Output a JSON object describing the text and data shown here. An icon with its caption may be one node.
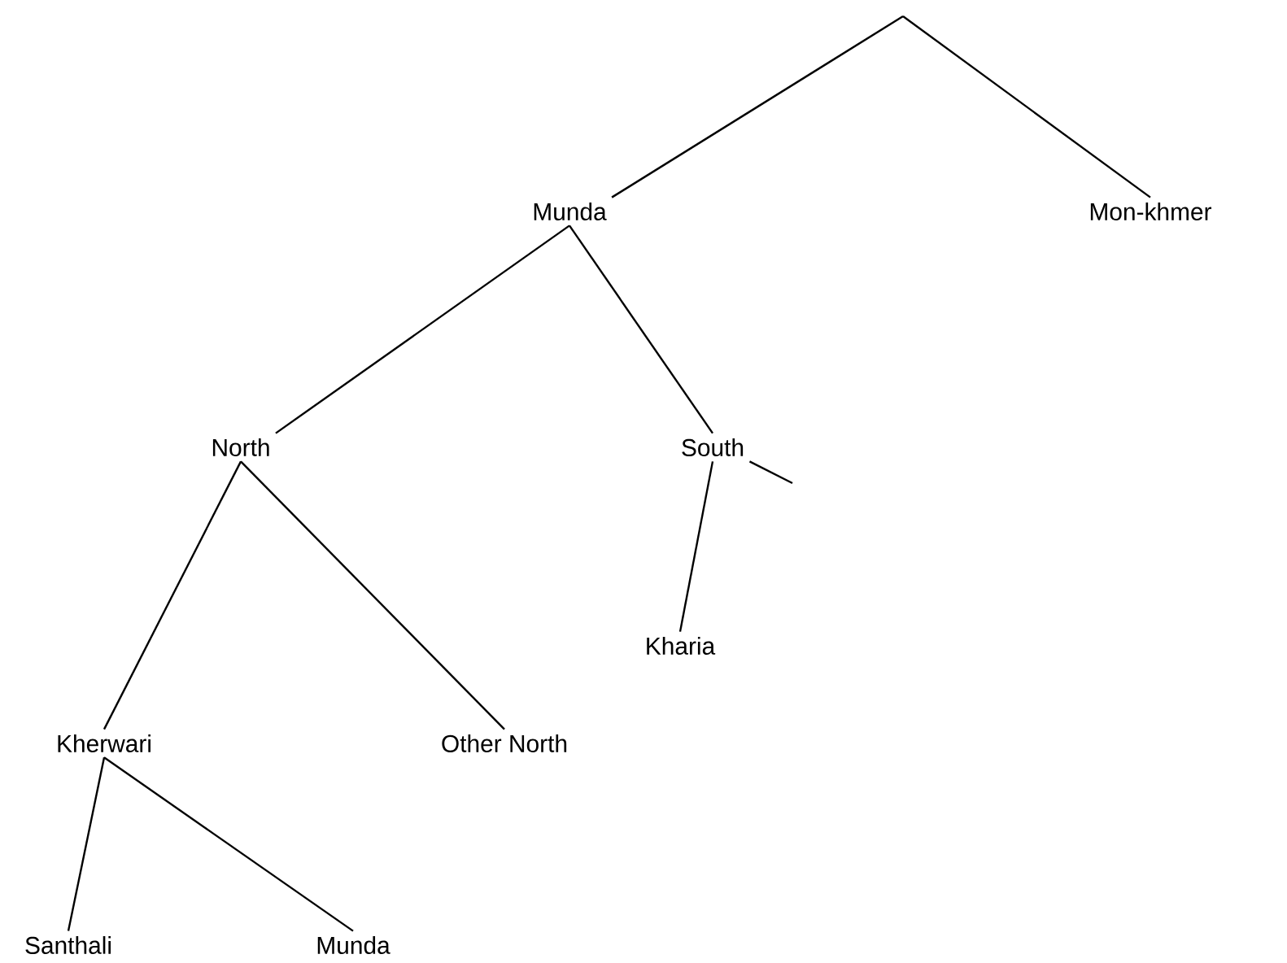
{
  "diagram": {
    "nodes": [
      {
        "text": [
          "Munda"
        ]
      },
      {
        "text": [
          "Mon-khmer"
        ]
      },
      {
        "text": [
          "North"
        ]
      },
      {
        "text": [
          "South"
        ]
      },
      {
        "text": [
          "Kharia"
        ]
      },
      {
        "text": [
          "Kherwari"
        ]
      },
      {
        "text": [
          "Other North"
        ]
      },
      {
        "text": [
          "Santhali"
        ]
      },
      {
        "text": [
          "Munda"
        ]
      }
    ],
    "edges": [
      {
        "from": null,
        "to": 0,
        "arrow": "none"
      },
      {
        "from": null,
        "to": 1,
        "arrow": "none"
      },
      {
        "from": 0,
        "to": 2,
        "arrow": "none"
      },
      {
        "from": 0,
        "to": 3,
        "arrow": "none"
      },
      {
        "from": 2,
        "to": 5,
        "arrow": "none"
      },
      {
        "from": 2,
        "to": 6,
        "arrow": "none"
      },
      {
        "from": 3,
        "to": 4,
        "arrow": "none"
      },
      {
        "from": 3,
        "to": null,
        "arrow": "none"
      },
      {
        "from": 5,
        "to": 7,
        "arrow": "none"
      },
      {
        "from": 5,
        "to": 8,
        "arrow": "none"
      }
    ]
  }
}
